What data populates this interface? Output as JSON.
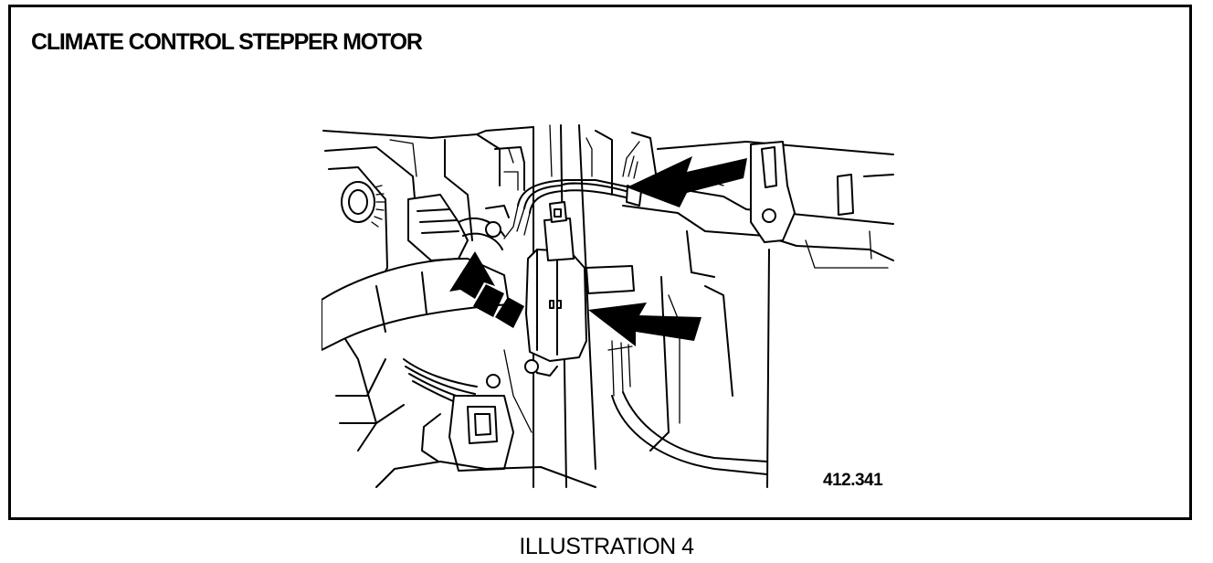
{
  "title": "CLIMATE CONTROL STEPPER MOTOR",
  "figure_number": "412.341",
  "caption": "ILLUSTRATION 4",
  "arrows": [
    {
      "name": "arrow-upper-right",
      "direction": "left"
    },
    {
      "name": "arrow-middle-right",
      "direction": "left"
    },
    {
      "name": "arrow-dashed-left",
      "direction": "up-left"
    }
  ]
}
